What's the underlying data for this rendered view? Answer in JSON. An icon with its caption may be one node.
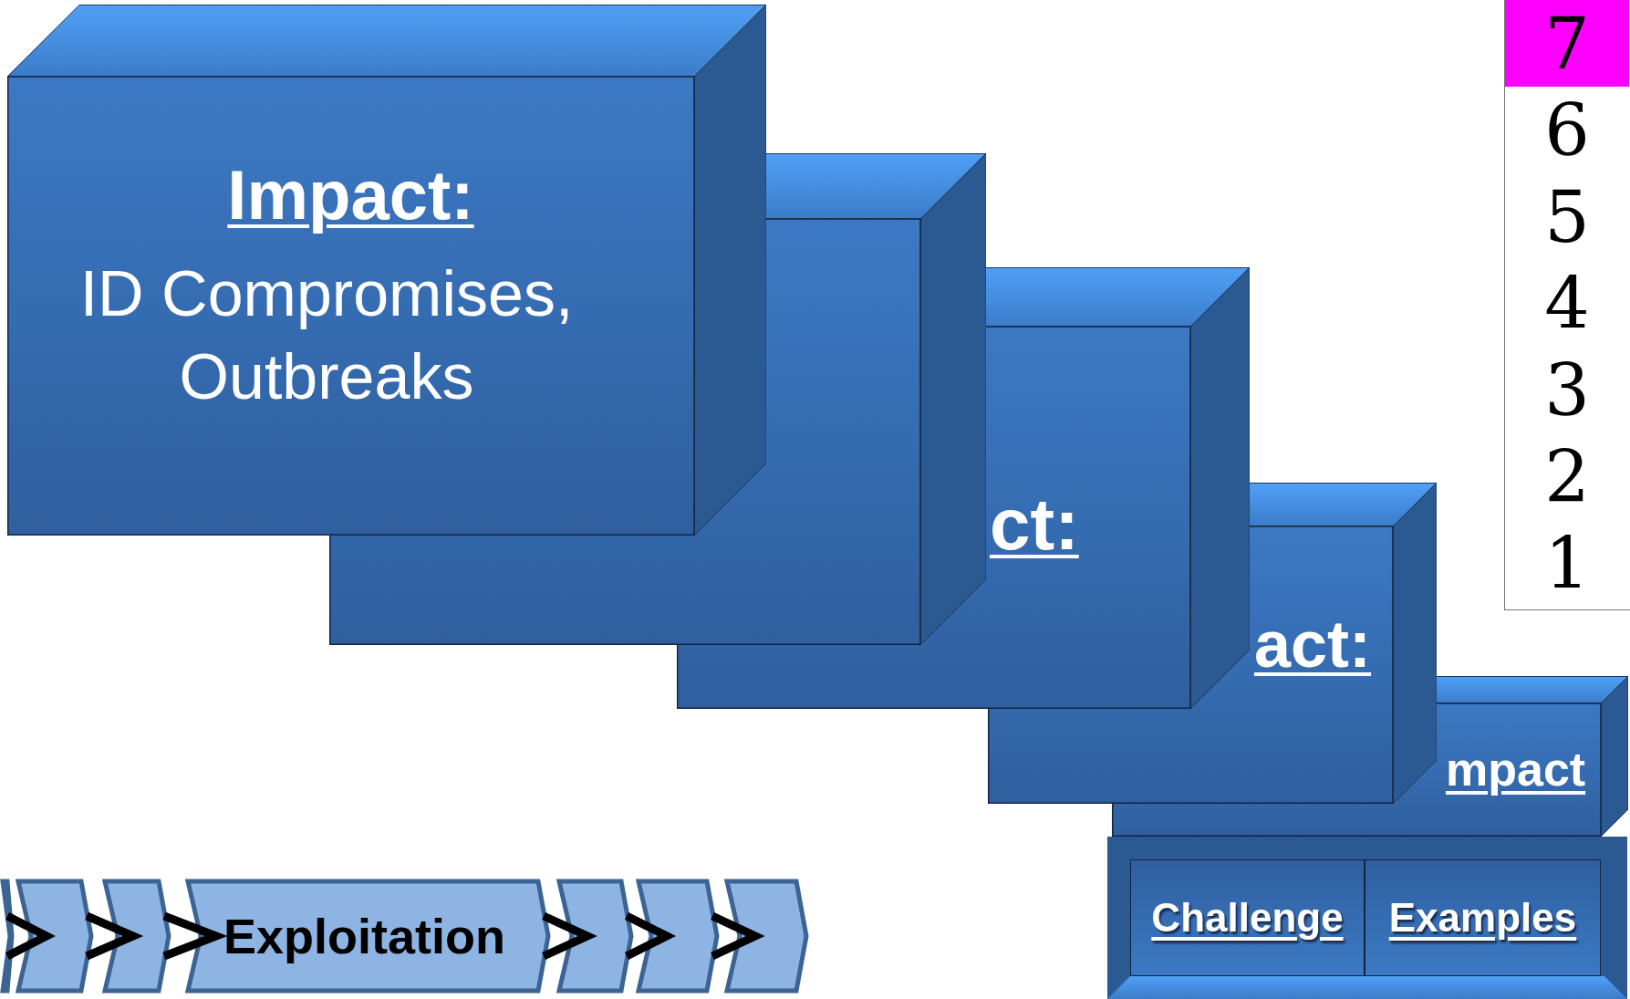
{
  "diagram": {
    "nodes": [
      {
        "text": [
          "Impact:",
          "ID Compromises, Outbreaks"
        ]
      },
      {
        "text": [],
        "shape": "box"
      },
      {
        "text": [
          "ct:"
        ]
      },
      {
        "text": [
          "act:"
        ]
      },
      {
        "text": [
          "mpact"
        ]
      },
      {
        "text": [
          "Challenge"
        ]
      },
      {
        "text": [
          "Examples"
        ]
      },
      {
        "text": [],
        "shape": "chevron"
      },
      {
        "text": [],
        "shape": "chevron"
      },
      {
        "text": [],
        "shape": "chevron"
      },
      {
        "text": [
          "Exploitation"
        ]
      },
      {
        "text": [],
        "shape": "chevron"
      },
      {
        "text": [],
        "shape": "chevron"
      },
      {
        "text": [],
        "shape": "chevron"
      }
    ],
    "edges": [
      {
        "from": 7,
        "to": 8,
        "arrow": "to"
      },
      {
        "from": 8,
        "to": 9,
        "arrow": "to"
      },
      {
        "from": 9,
        "to": 10,
        "arrow": "to"
      },
      {
        "from": 10,
        "to": 11,
        "arrow": "to"
      },
      {
        "from": 11,
        "to": 12,
        "arrow": "to"
      },
      {
        "from": 12,
        "to": 13,
        "arrow": "to"
      }
    ],
    "labels": [
      "7",
      "6",
      "5",
      "4",
      "3",
      "2",
      "1"
    ]
  }
}
